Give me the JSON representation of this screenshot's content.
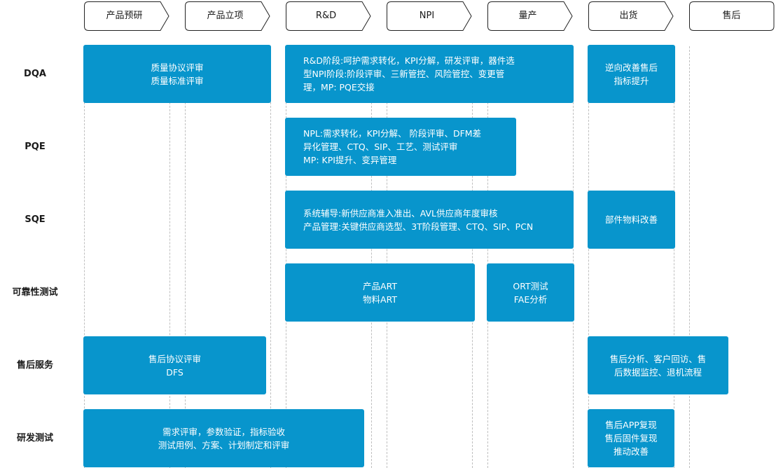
{
  "phases": [
    {
      "id": "concept",
      "label": "产品预研"
    },
    {
      "id": "approval",
      "label": "产品立项"
    },
    {
      "id": "rnd",
      "label": "R&D"
    },
    {
      "id": "npi",
      "label": "NPI"
    },
    {
      "id": "mp",
      "label": "量产"
    },
    {
      "id": "ship",
      "label": "出货"
    },
    {
      "id": "aftersale",
      "label": "售后"
    }
  ],
  "rows": [
    {
      "id": "dqa",
      "label": "DQA"
    },
    {
      "id": "pqe",
      "label": "PQE"
    },
    {
      "id": "sqe",
      "label": "SQE"
    },
    {
      "id": "reliability",
      "label": "可靠性测试"
    },
    {
      "id": "service",
      "label": "售后服务"
    },
    {
      "id": "rdtest",
      "label": "研发测试"
    }
  ],
  "boxes": [
    {
      "id": "dqa-concept",
      "lines": [
        "质量协议评审",
        "质量标准评审"
      ]
    },
    {
      "id": "dqa-rnd",
      "lines": [
        "R&D阶段:呵护需求转化，KPI分解，研发评审，器件选",
        "型NPI阶段:阶段评审、三新管控、风险管控、变更管",
        "理，MP: PQE交接"
      ]
    },
    {
      "id": "dqa-ship",
      "lines": [
        "逆向改善售后",
        "指标提升"
      ]
    },
    {
      "id": "pqe-rnd",
      "lines": [
        "NPL:需求转化，KPI分解、 阶段评审、DFM差",
        "异化管理、CTQ、SIP、工艺、测试评审",
        "MP: KPI提升、变异管理"
      ]
    },
    {
      "id": "sqe-rnd",
      "lines": [
        "系统辅导:新供应商准入准出、AVL供应商年度审核",
        "产品管理:关键供应商选型、3T阶段管理、CTQ、SIP、PCN"
      ]
    },
    {
      "id": "sqe-ship",
      "lines": [
        "部件物料改善"
      ]
    },
    {
      "id": "rel-rnd",
      "lines": [
        "产品ART",
        "物料ART"
      ]
    },
    {
      "id": "rel-mp",
      "lines": [
        "ORT测试",
        "FAE分析"
      ]
    },
    {
      "id": "service-concept",
      "lines": [
        "售后协议评审",
        "DFS"
      ]
    },
    {
      "id": "service-ship",
      "lines": [
        "售后分析、客户回访、售",
        "后数据监控、退机流程"
      ]
    },
    {
      "id": "rdtest-concept",
      "lines": [
        "需求评审，参数验证，指标验收",
        "测试用例、方案、计划制定和评审"
      ]
    },
    {
      "id": "rdtest-ship",
      "lines": [
        "售后APP复现",
        "售后固件复现",
        "推动改善"
      ]
    }
  ],
  "colors": {
    "box_fill": "#0895cc",
    "box_text": "#ffffff",
    "phase_border": "#222222",
    "guide_line": "#bfbfbf"
  }
}
